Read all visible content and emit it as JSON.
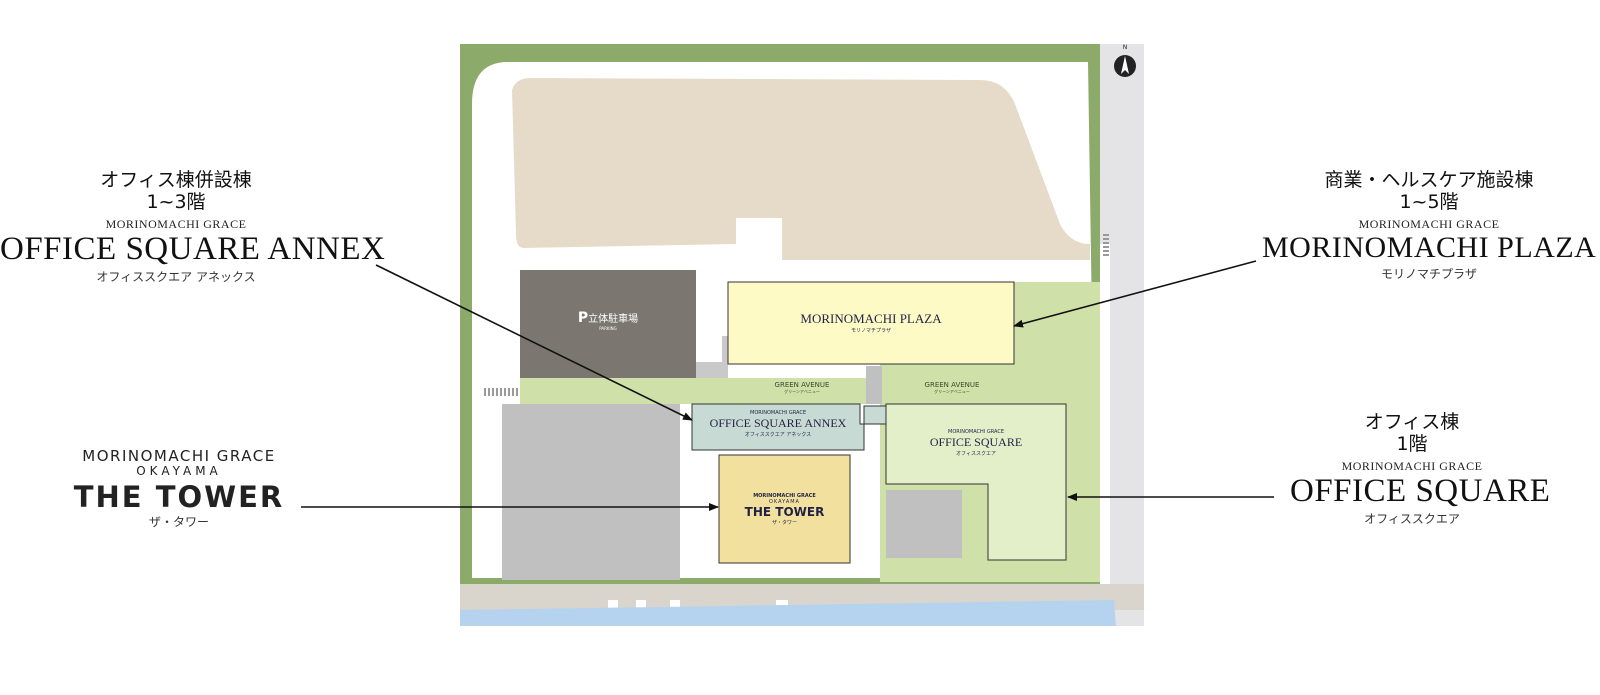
{
  "callouts": {
    "annex": {
      "jp_title": "オフィス棟併設棟",
      "floors": "1~3階",
      "brand": "MORINOMACHI GRACE",
      "name": "OFFICE SQUARE ANNEX",
      "kana": "オフィススクエア アネックス"
    },
    "plaza": {
      "jp_title": "商業・ヘルスケア施設棟",
      "floors": "1~5階",
      "brand": "MORINOMACHI GRACE",
      "name": "MORINOMACHI PLAZA",
      "kana": "モリノマチプラザ"
    },
    "office": {
      "jp_title": "オフィス棟",
      "floors": "1階",
      "brand": "MORINOMACHI GRACE",
      "name": "OFFICE SQUARE",
      "kana": "オフィススクエア"
    },
    "tower": {
      "brand": "MORINOMACHI GRACE",
      "city": "OKAYAMA",
      "name": "THE TOWER",
      "kana": "ザ・タワー"
    }
  },
  "map": {
    "north": "N",
    "parking": {
      "p": "P",
      "jp": "立体駐車場",
      "en": "PARKING"
    },
    "plaza": {
      "name": "MORINOMACHI PLAZA",
      "kana": "モリノマチプラザ"
    },
    "annex": {
      "brand": "MORINOMACHI GRACE",
      "name": "OFFICE SQUARE ANNEX",
      "kana": "オフィススクエア アネックス"
    },
    "office": {
      "brand": "MORINOMACHI GRACE",
      "name": "OFFICE SQUARE",
      "kana": "オフィススクエア"
    },
    "tower": {
      "brand": "MORINOMACHI GRACE",
      "city": "OKAYAMA",
      "name": "THE TOWER",
      "kana": "ザ・タワー"
    },
    "avenue_left": {
      "en": "GREEN AVENUE",
      "jp": "グリーンアベニュー"
    },
    "avenue_right": {
      "en": "GREEN AVENUE",
      "jp": "グリーンアベニュー"
    }
  },
  "colors": {
    "sand": "#e6dbc8",
    "green": "#8caa6a",
    "light_green": "#cfe0a8",
    "plaza_yellow": "#fdfac6",
    "annex_teal": "#c7dad3",
    "office_green": "#e3efc9",
    "tower_yellow": "#f2e19e",
    "parking_gray": "#7b7770",
    "lot_gray": "#c0c0c0",
    "water": "#b5d3ee"
  }
}
